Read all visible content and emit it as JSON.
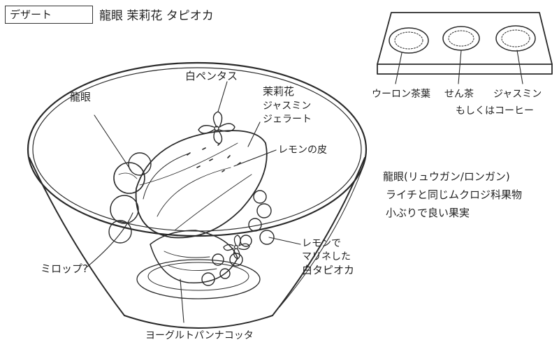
{
  "header": {
    "tag": "デザート",
    "title": "龍眼 茉莉花 タピオカ"
  },
  "labels": {
    "longan": "龍眼",
    "white_pentas": "白ペンタス",
    "jasmine_line1": "茉莉花",
    "jasmine_line2": "ジャスミン",
    "jasmine_line3": "ジェラート",
    "lemon_peel": "レモンの皮",
    "syrup": "ミロップ?",
    "tapioca_line1": "レモンで",
    "tapioca_line2": "マリネした",
    "tapioca_line3": "白タピオカ",
    "panna_cotta": "ヨーグルトパンナコッタ"
  },
  "tray": {
    "oolong": "ウーロン茶葉",
    "sencha": "せん茶",
    "jasmine": "ジャスミン",
    "coffee": "もしくはコーヒー"
  },
  "notes": {
    "line1": "龍眼(リュウガン/ロンガン)",
    "line2": "ライチと同じムクロジ科果物",
    "line3": "小ぶりで良い果実"
  }
}
